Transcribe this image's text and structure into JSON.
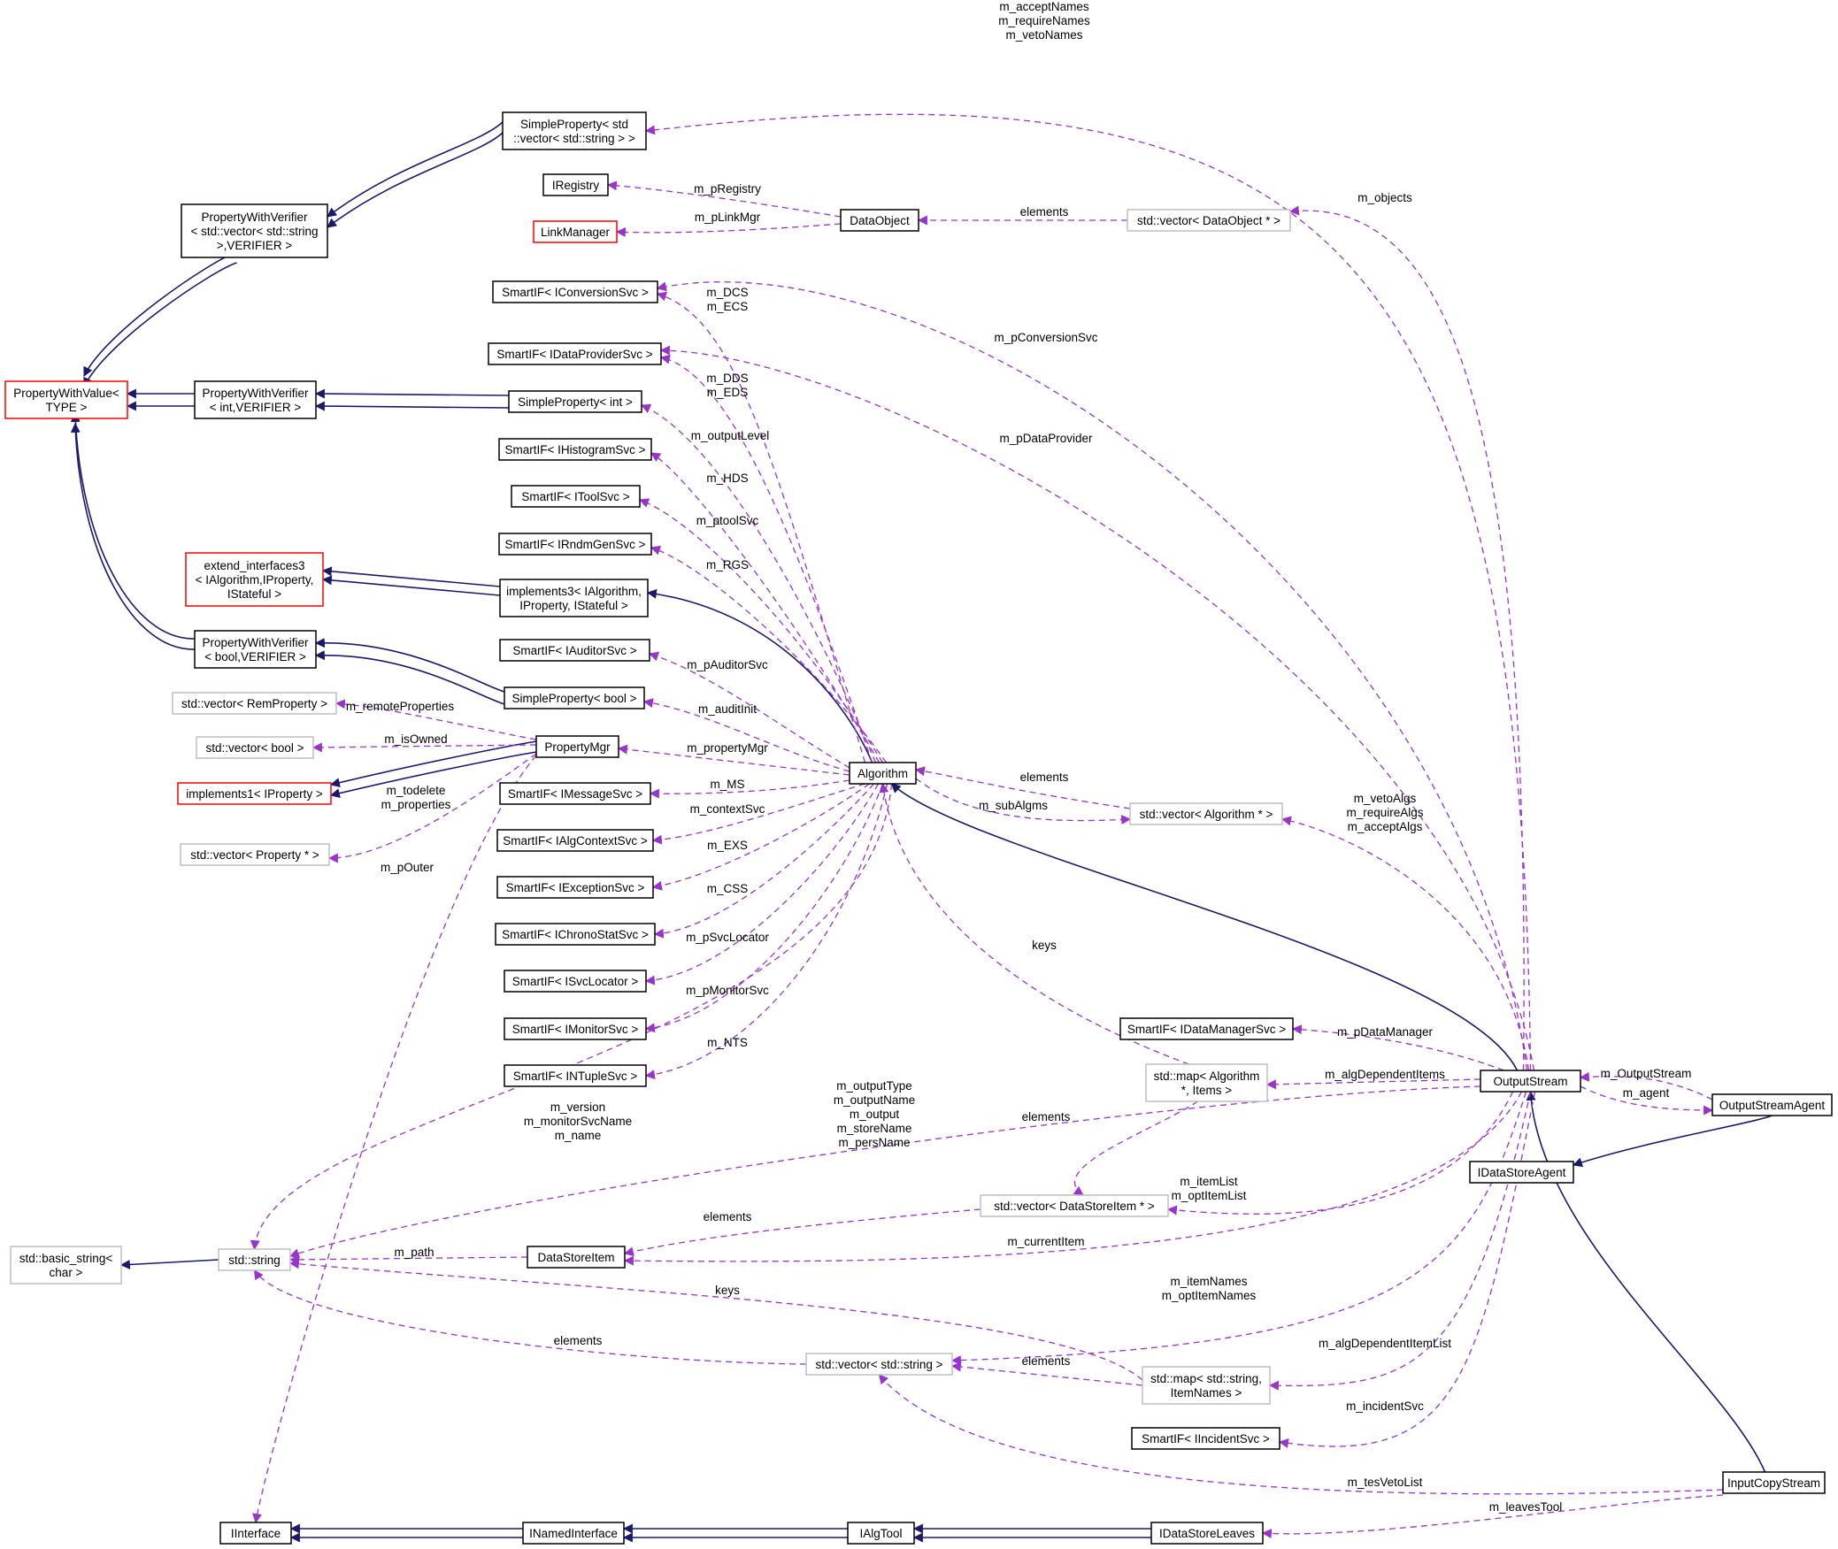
{
  "colors": {
    "inherit_edge": "#191970",
    "use_edge": "#9a32cd",
    "border_normal": "#000000",
    "border_incomplete": "#ff0000",
    "border_external": "#bfbfbf",
    "highlight_fill": "#bfbfbf"
  },
  "nodes": [
    {
      "id": "InputCopyStream",
      "lines": [
        "InputCopyStream"
      ],
      "style": "highlight"
    },
    {
      "id": "OutputStream",
      "lines": [
        "OutputStream"
      ],
      "style": "normal"
    },
    {
      "id": "Algorithm",
      "lines": [
        "Algorithm"
      ],
      "style": "normal"
    },
    {
      "id": "implements3",
      "lines": [
        "implements3< IAlgorithm,",
        "IProperty, IStateful >"
      ],
      "style": "normal"
    },
    {
      "id": "extend_interfaces3",
      "lines": [
        "extend_interfaces3",
        "< IAlgorithm,IProperty,",
        "IStateful >"
      ],
      "style": "incomplete"
    },
    {
      "id": "SPvecstr",
      "lines": [
        "SimpleProperty< std",
        "::vector< std::string > >"
      ],
      "style": "normal"
    },
    {
      "id": "PWVvecstr",
      "lines": [
        "PropertyWithVerifier",
        "< std::vector< std::string",
        ">,VERIFIER >"
      ],
      "style": "normal"
    },
    {
      "id": "PWValue",
      "lines": [
        "PropertyWithValue<",
        "TYPE >"
      ],
      "style": "incomplete"
    },
    {
      "id": "PWVint",
      "lines": [
        "PropertyWithVerifier",
        "< int,VERIFIER >"
      ],
      "style": "normal"
    },
    {
      "id": "SPint",
      "lines": [
        "SimpleProperty< int >"
      ],
      "style": "normal"
    },
    {
      "id": "PWVbool",
      "lines": [
        "PropertyWithVerifier",
        "< bool,VERIFIER >"
      ],
      "style": "normal"
    },
    {
      "id": "SPbool",
      "lines": [
        "SimpleProperty< bool >"
      ],
      "style": "normal"
    },
    {
      "id": "IRegistry",
      "lines": [
        "IRegistry"
      ],
      "style": "normal"
    },
    {
      "id": "LinkManager",
      "lines": [
        "LinkManager"
      ],
      "style": "incomplete"
    },
    {
      "id": "DataObject",
      "lines": [
        "DataObject"
      ],
      "style": "normal"
    },
    {
      "id": "vecDataObject",
      "lines": [
        "std::vector< DataObject * >"
      ],
      "style": "external"
    },
    {
      "id": "SmIFConv",
      "lines": [
        "SmartIF< IConversionSvc >"
      ],
      "style": "normal"
    },
    {
      "id": "SmIFDataProv",
      "lines": [
        "SmartIF< IDataProviderSvc >"
      ],
      "style": "normal"
    },
    {
      "id": "SmIFHist",
      "lines": [
        "SmartIF< IHistogramSvc >"
      ],
      "style": "normal"
    },
    {
      "id": "SmIFTool",
      "lines": [
        "SmartIF< IToolSvc >"
      ],
      "style": "normal"
    },
    {
      "id": "SmIFRndm",
      "lines": [
        "SmartIF< IRndmGenSvc >"
      ],
      "style": "normal"
    },
    {
      "id": "SmIFAud",
      "lines": [
        "SmartIF< IAuditorSvc >"
      ],
      "style": "normal"
    },
    {
      "id": "SmIFMsg",
      "lines": [
        "SmartIF< IMessageSvc >"
      ],
      "style": "normal"
    },
    {
      "id": "SmIFAlgCtx",
      "lines": [
        "SmartIF< IAlgContextSvc >"
      ],
      "style": "normal"
    },
    {
      "id": "SmIFExc",
      "lines": [
        "SmartIF< IExceptionSvc >"
      ],
      "style": "normal"
    },
    {
      "id": "SmIFChrono",
      "lines": [
        "SmartIF< IChronoStatSvc >"
      ],
      "style": "normal"
    },
    {
      "id": "SmIFSvcLoc",
      "lines": [
        "SmartIF< ISvcLocator >"
      ],
      "style": "normal"
    },
    {
      "id": "SmIFMon",
      "lines": [
        "SmartIF< IMonitorSvc >"
      ],
      "style": "normal"
    },
    {
      "id": "SmIFNTuple",
      "lines": [
        "SmartIF< INTupleSvc >"
      ],
      "style": "normal"
    },
    {
      "id": "vecRemProp",
      "lines": [
        "std::vector< RemProperty >"
      ],
      "style": "external"
    },
    {
      "id": "vecBool",
      "lines": [
        "std::vector< bool >"
      ],
      "style": "external"
    },
    {
      "id": "implements1",
      "lines": [
        "implements1< IProperty >"
      ],
      "style": "incomplete"
    },
    {
      "id": "vecProp",
      "lines": [
        "std::vector< Property * >"
      ],
      "style": "external"
    },
    {
      "id": "PropertyMgr",
      "lines": [
        "PropertyMgr"
      ],
      "style": "normal"
    },
    {
      "id": "vecAlg",
      "lines": [
        "std::vector< Algorithm * >"
      ],
      "style": "external"
    },
    {
      "id": "SmIFDataMgr",
      "lines": [
        "SmartIF< IDataManagerSvc >"
      ],
      "style": "normal"
    },
    {
      "id": "mapAlgItems",
      "lines": [
        "std::map< Algorithm",
        "*, Items >"
      ],
      "style": "external"
    },
    {
      "id": "OutputStreamAgent",
      "lines": [
        "OutputStreamAgent"
      ],
      "style": "normal"
    },
    {
      "id": "IDataStoreAgent",
      "lines": [
        "IDataStoreAgent"
      ],
      "style": "normal"
    },
    {
      "id": "vecDSI",
      "lines": [
        "std::vector< DataStoreItem * >"
      ],
      "style": "external"
    },
    {
      "id": "DataStoreItem",
      "lines": [
        "DataStoreItem"
      ],
      "style": "normal"
    },
    {
      "id": "stdstring",
      "lines": [
        "std::string"
      ],
      "style": "external"
    },
    {
      "id": "basicstring",
      "lines": [
        "std::basic_string<",
        "char >"
      ],
      "style": "external"
    },
    {
      "id": "vecString",
      "lines": [
        "std::vector< std::string >"
      ],
      "style": "external"
    },
    {
      "id": "mapStrItemNames",
      "lines": [
        "std::map< std::string,",
        "ItemNames >"
      ],
      "style": "external"
    },
    {
      "id": "SmIFIncident",
      "lines": [
        "SmartIF< IIncidentSvc >"
      ],
      "style": "normal"
    },
    {
      "id": "IInterface",
      "lines": [
        "IInterface"
      ],
      "style": "normal"
    },
    {
      "id": "INamedInterface",
      "lines": [
        "INamedInterface"
      ],
      "style": "normal"
    },
    {
      "id": "IAlgTool",
      "lines": [
        "IAlgTool"
      ],
      "style": "normal"
    },
    {
      "id": "IDataStoreLeaves",
      "lines": [
        "IDataStoreLeaves"
      ],
      "style": "normal"
    }
  ],
  "edges": [
    {
      "from": "OutputStream",
      "to": "InputCopyStream",
      "kind": "inherit",
      "label": []
    },
    {
      "from": "Algorithm",
      "to": "OutputStream",
      "kind": "inherit",
      "label": []
    },
    {
      "from": "implements3",
      "to": "Algorithm",
      "kind": "inherit",
      "label": []
    },
    {
      "from": "extend_interfaces3",
      "to": "implements3",
      "kind": "inherit",
      "label": []
    },
    {
      "from": "PWVvecstr",
      "to": "SPvecstr",
      "kind": "inherit",
      "label": []
    },
    {
      "from": "PWValue",
      "to": "PWVvecstr",
      "kind": "inherit",
      "label": []
    },
    {
      "from": "PWValue",
      "to": "PWVint",
      "kind": "inherit",
      "label": []
    },
    {
      "from": "PWVint",
      "to": "SPint",
      "kind": "inherit",
      "label": []
    },
    {
      "from": "PWValue",
      "to": "PWVbool",
      "kind": "inherit",
      "label": []
    },
    {
      "from": "PWVbool",
      "to": "SPbool",
      "kind": "inherit",
      "label": []
    },
    {
      "from": "implements1",
      "to": "PropertyMgr",
      "kind": "inherit",
      "label": []
    },
    {
      "from": "IDataStoreAgent",
      "to": "OutputStreamAgent",
      "kind": "inherit",
      "label": []
    },
    {
      "from": "basicstring",
      "to": "stdstring",
      "kind": "inherit",
      "label": []
    },
    {
      "from": "IInterface",
      "to": "INamedInterface",
      "kind": "inherit",
      "label": []
    },
    {
      "from": "INamedInterface",
      "to": "IAlgTool",
      "kind": "inherit",
      "label": []
    },
    {
      "from": "IAlgTool",
      "to": "IDataStoreLeaves",
      "kind": "inherit",
      "label": []
    },
    {
      "from": "OutputStream",
      "to": "SPvecstr",
      "kind": "use",
      "label": [
        "m_acceptNames",
        "m_requireNames",
        "m_vetoNames"
      ]
    },
    {
      "from": "DataObject",
      "to": "IRegistry",
      "kind": "use",
      "label": [
        "m_pRegistry"
      ]
    },
    {
      "from": "DataObject",
      "to": "LinkManager",
      "kind": "use",
      "label": [
        "m_pLinkMgr"
      ]
    },
    {
      "from": "vecDataObject",
      "to": "DataObject",
      "kind": "use",
      "label": [
        "elements"
      ]
    },
    {
      "from": "OutputStream",
      "to": "vecDataObject",
      "kind": "use",
      "label": [
        "m_objects"
      ]
    },
    {
      "from": "Algorithm",
      "to": "SmIFConv",
      "kind": "use",
      "label": [
        "m_DCS",
        "m_ECS"
      ]
    },
    {
      "from": "OutputStream",
      "to": "SmIFConv",
      "kind": "use",
      "label": [
        "m_pConversionSvc"
      ]
    },
    {
      "from": "Algorithm",
      "to": "SmIFDataProv",
      "kind": "use",
      "label": [
        "m_DDS",
        "m_EDS"
      ]
    },
    {
      "from": "OutputStream",
      "to": "SmIFDataProv",
      "kind": "use",
      "label": [
        "m_pDataProvider"
      ]
    },
    {
      "from": "Algorithm",
      "to": "SPint",
      "kind": "use",
      "label": [
        "m_outputLevel"
      ]
    },
    {
      "from": "Algorithm",
      "to": "SmIFHist",
      "kind": "use",
      "label": [
        "m_HDS"
      ]
    },
    {
      "from": "Algorithm",
      "to": "SmIFTool",
      "kind": "use",
      "label": [
        "m_ptoolSvc"
      ]
    },
    {
      "from": "Algorithm",
      "to": "SmIFRndm",
      "kind": "use",
      "label": [
        "m_RGS"
      ]
    },
    {
      "from": "Algorithm",
      "to": "SmIFAud",
      "kind": "use",
      "label": [
        "m_pAuditorSvc"
      ]
    },
    {
      "from": "Algorithm",
      "to": "SPbool",
      "kind": "use",
      "label": [
        "m_auditInit"
      ]
    },
    {
      "from": "Algorithm",
      "to": "PropertyMgr",
      "kind": "use",
      "label": [
        "m_propertyMgr"
      ]
    },
    {
      "from": "PropertyMgr",
      "to": "vecRemProp",
      "kind": "use",
      "label": [
        "m_remoteProperties"
      ]
    },
    {
      "from": "PropertyMgr",
      "to": "vecBool",
      "kind": "use",
      "label": [
        "m_isOwned"
      ]
    },
    {
      "from": "PropertyMgr",
      "to": "vecProp",
      "kind": "use",
      "label": [
        "m_todelete",
        "m_properties"
      ]
    },
    {
      "from": "PropertyMgr",
      "to": "IInterface",
      "kind": "use",
      "label": [
        "m_pOuter"
      ]
    },
    {
      "from": "Algorithm",
      "to": "SmIFMsg",
      "kind": "use",
      "label": [
        "m_MS"
      ]
    },
    {
      "from": "Algorithm",
      "to": "SmIFAlgCtx",
      "kind": "use",
      "label": [
        "m_contextSvc"
      ]
    },
    {
      "from": "Algorithm",
      "to": "SmIFExc",
      "kind": "use",
      "label": [
        "m_EXS"
      ]
    },
    {
      "from": "Algorithm",
      "to": "SmIFChrono",
      "kind": "use",
      "label": [
        "m_CSS"
      ]
    },
    {
      "from": "Algorithm",
      "to": "SmIFSvcLoc",
      "kind": "use",
      "label": [
        "m_pSvcLocator"
      ]
    },
    {
      "from": "Algorithm",
      "to": "SmIFMon",
      "kind": "use",
      "label": [
        "m_pMonitorSvc"
      ]
    },
    {
      "from": "Algorithm",
      "to": "SmIFNTuple",
      "kind": "use",
      "label": [
        "m_NTS"
      ]
    },
    {
      "from": "Algorithm",
      "to": "stdstring",
      "kind": "use",
      "label": [
        "m_version",
        "m_monitorSvcName",
        "m_name"
      ]
    },
    {
      "from": "vecAlg",
      "to": "Algorithm",
      "kind": "use",
      "label": [
        "elements"
      ]
    },
    {
      "from": "Algorithm",
      "to": "vecAlg",
      "kind": "use",
      "label": [
        "m_subAlgms"
      ]
    },
    {
      "from": "OutputStream",
      "to": "vecAlg",
      "kind": "use",
      "label": [
        "m_vetoAlgs",
        "m_requireAlgs",
        "m_acceptAlgs"
      ]
    },
    {
      "from": "mapAlgItems",
      "to": "Algorithm",
      "kind": "use",
      "label": [
        "keys"
      ]
    },
    {
      "from": "OutputStream",
      "to": "SmIFDataMgr",
      "kind": "use",
      "label": [
        "m_pDataManager"
      ]
    },
    {
      "from": "OutputStream",
      "to": "mapAlgItems",
      "kind": "use",
      "label": [
        "m_algDependentItems"
      ]
    },
    {
      "from": "OutputStreamAgent",
      "to": "OutputStream",
      "kind": "use",
      "label": [
        "m_OutputStream"
      ]
    },
    {
      "from": "OutputStream",
      "to": "OutputStreamAgent",
      "kind": "use",
      "label": [
        "m_agent"
      ]
    },
    {
      "from": "OutputStream",
      "to": "stdstring",
      "kind": "use",
      "label": [
        "m_outputType",
        "m_outputName",
        "m_output",
        "m_storeName",
        "m_persName"
      ]
    },
    {
      "from": "mapAlgItems",
      "to": "vecDSI",
      "kind": "use",
      "label": [
        "elements"
      ]
    },
    {
      "from": "OutputStream",
      "to": "vecDSI",
      "kind": "use",
      "label": [
        "m_itemList",
        "m_optItemList"
      ]
    },
    {
      "from": "vecDSI",
      "to": "DataStoreItem",
      "kind": "use",
      "label": [
        "elements"
      ]
    },
    {
      "from": "OutputStream",
      "to": "DataStoreItem",
      "kind": "use",
      "label": [
        "m_currentItem"
      ]
    },
    {
      "from": "DataStoreItem",
      "to": "stdstring",
      "kind": "use",
      "label": [
        "m_path"
      ]
    },
    {
      "from": "mapStrItemNames",
      "to": "stdstring",
      "kind": "use",
      "label": [
        "keys"
      ]
    },
    {
      "from": "vecString",
      "to": "stdstring",
      "kind": "use",
      "label": [
        "elements"
      ]
    },
    {
      "from": "OutputStream",
      "to": "vecString",
      "kind": "use",
      "label": [
        "m_itemNames",
        "m_optItemNames"
      ]
    },
    {
      "from": "mapStrItemNames",
      "to": "vecString",
      "kind": "use",
      "label": [
        "elements"
      ]
    },
    {
      "from": "OutputStream",
      "to": "mapStrItemNames",
      "kind": "use",
      "label": [
        "m_algDependentItemList"
      ]
    },
    {
      "from": "OutputStream",
      "to": "SmIFIncident",
      "kind": "use",
      "label": [
        "m_incidentSvc"
      ]
    },
    {
      "from": "InputCopyStream",
      "to": "vecString",
      "kind": "use",
      "label": [
        "m_tesVetoList"
      ]
    },
    {
      "from": "InputCopyStream",
      "to": "IDataStoreLeaves",
      "kind": "use",
      "label": [
        "m_leavesTool"
      ]
    }
  ]
}
